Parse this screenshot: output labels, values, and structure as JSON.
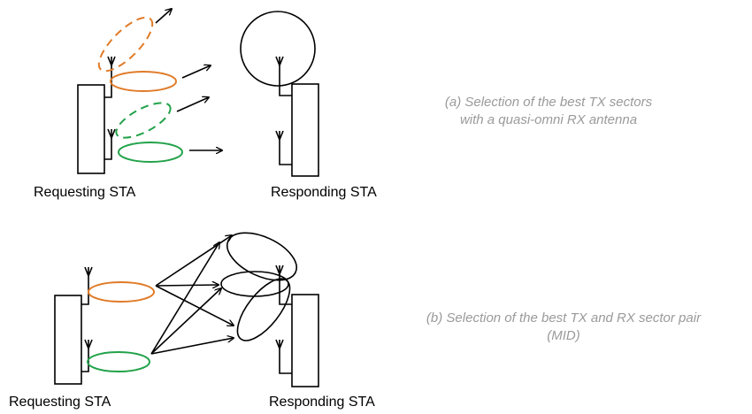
{
  "part_a": {
    "requesting_label": "Requesting STA",
    "responding_label": "Responding STA",
    "caption_line1": "(a) Selection of the best TX sectors",
    "caption_line2": "with a quasi-omni RX antenna"
  },
  "part_b": {
    "requesting_label": "Requesting STA",
    "responding_label": "Responding STA",
    "caption_line1": "(b) Selection of the best TX and RX sector pair",
    "caption_line2": "(MID)"
  },
  "colors": {
    "orange_beam": "#e07b28",
    "green_beam": "#22a24a",
    "caption_gray": "#9a9a9a"
  }
}
